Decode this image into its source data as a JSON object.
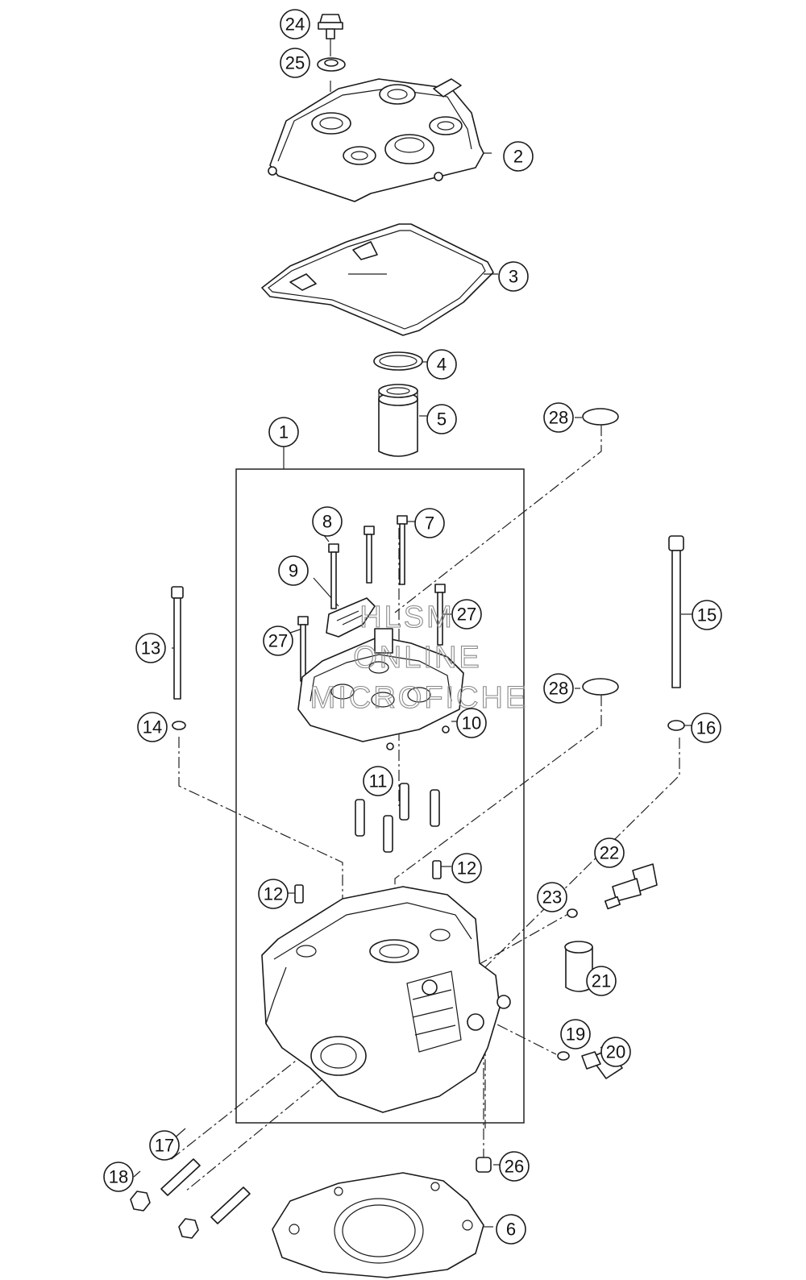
{
  "callouts": [
    "1",
    "2",
    "3",
    "4",
    "5",
    "6",
    "7",
    "8",
    "9",
    "10",
    "11",
    "12",
    "12",
    "13",
    "14",
    "15",
    "16",
    "17",
    "18",
    "19",
    "20",
    "21",
    "22",
    "23",
    "24",
    "25",
    "26",
    "27",
    "27",
    "28",
    "28"
  ],
  "watermark": {
    "line1": "HLSM",
    "line2": "ONLINE",
    "line3": "MICROFICHE"
  }
}
